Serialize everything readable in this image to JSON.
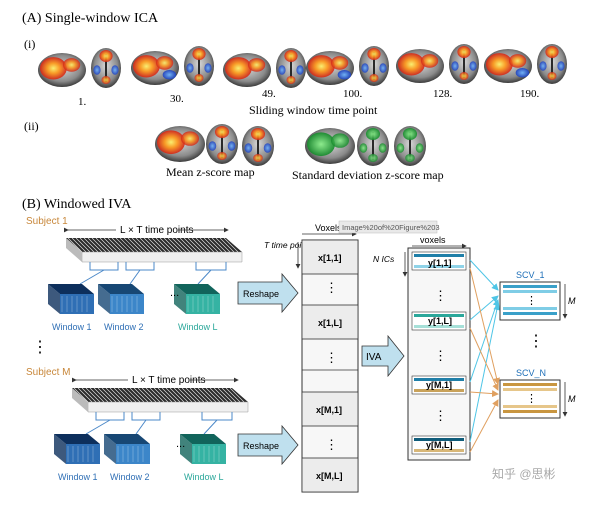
{
  "panel_a": {
    "title": "(A) Single-window ICA",
    "sub_i": "(i)",
    "time_points": [
      "1.",
      "30.",
      "49.",
      "100.",
      "128.",
      "190."
    ],
    "axis_label": "Sliding window time point",
    "sub_ii": "(ii)",
    "mean_label": "Mean z-score map",
    "std_label": "Standard deviation z-score map"
  },
  "panel_b": {
    "title": "(B) Windowed IVA",
    "subject1": "Subject 1",
    "subjectM": "Subject M",
    "tp_label": "L × T time points",
    "window1": "Window 1",
    "window2": "Window 2",
    "windowL": "Window L",
    "dots": "...",
    "vdots": "⋮",
    "reshape": "Reshape",
    "voxels": "Voxels",
    "t_time_points": "T time points",
    "tooltip": "Image%20of%20Figure%203",
    "x_entries": [
      "x[1,1]",
      "x[1,L]",
      "x[M,1]",
      "x[M,L]"
    ],
    "iva": "IVA",
    "n_ics": "N ICs",
    "y_voxels": "voxels",
    "y_entries": [
      "y[1,1]",
      "y[1,L]",
      "y[M,1]",
      "y[M,L]"
    ],
    "scv1": "SCV_1",
    "scvn": "SCV_N",
    "m_label": "M",
    "watermark": "知乎 @思彬"
  },
  "colors": {
    "subject_label": "#c8873a",
    "window_blue": "#2f6fb5",
    "window_teal": "#2aa79a",
    "arrow_fill": "#bfe0ee",
    "cyan_line": "#4ec5e6",
    "orange_line": "#e0a060",
    "scv_label": "#1e6fb8"
  }
}
